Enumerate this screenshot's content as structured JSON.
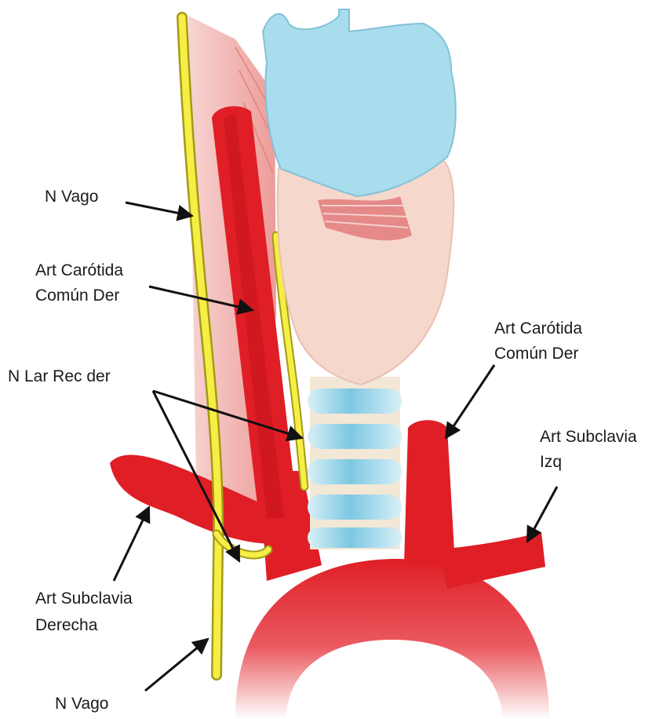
{
  "labels": {
    "vago_top": "N Vago",
    "carotida_der_1": "Art Carótida",
    "carotida_der_2": "Común Der",
    "carotida_izq_1": "Art Carótida",
    "carotida_izq_2": "Común Der",
    "lar_rec": "N Lar Rec der",
    "subclavia_izq_1": "Art Subclavia",
    "subclavia_izq_2": "Izq",
    "subclavia_der_1": "Art Subclavia",
    "subclavia_der_2": "Derecha",
    "vago_bottom": "N Vago"
  },
  "colors": {
    "artery": "#e01e26",
    "artery_dark": "#b5141c",
    "nerve": "#f7ee45",
    "nerve_outline": "#a39a1a",
    "cartilage_blue": "#a9dcec",
    "thyroid": "#f6d7cc",
    "muscle": "#f2b4b0",
    "arrow": "#111111"
  }
}
